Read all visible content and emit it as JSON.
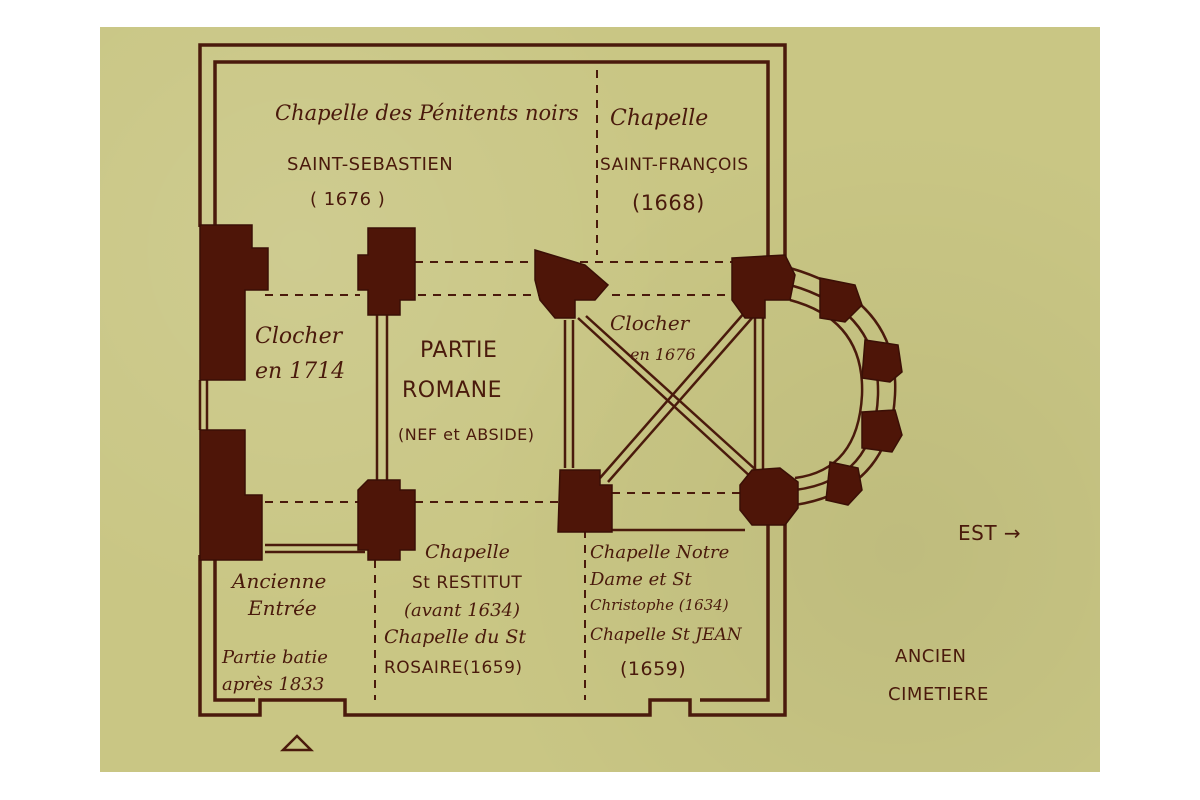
{
  "labels": {
    "penitents_line1": "Chapelle des Pénitents noirs",
    "penitents_line2": "SAINT-SEBASTIEN",
    "penitents_line3": "( 1676 )",
    "francois_line1": "Chapelle",
    "francois_line2": "SAINT-FRANÇOIS",
    "francois_line3": "(1668)",
    "clocher1714_line1": "Clocher",
    "clocher1714_line2": "en 1714",
    "romane_line1": "PARTIE",
    "romane_line2": "ROMANE",
    "romane_line3": "(NEF et ABSIDE)",
    "clocher1676_line1": "Clocher",
    "clocher1676_line2": "en 1676",
    "restitut_line1": "Chapelle",
    "restitut_line2": "St RESTITUT",
    "restitut_line3": "(avant 1634)",
    "restitut_line4": "Chapelle du St",
    "restitut_line5": "ROSAIRE(1659)",
    "notredame_line1": "Chapelle Notre",
    "notredame_line2": "Dame et St",
    "notredame_line3": "Christophe (1634)",
    "notredame_line4": "Chapelle St JEAN",
    "notredame_line5": "(1659)",
    "entree_line1": "Ancienne",
    "entree_line2": "Entrée",
    "batie_line1": "Partie batie",
    "batie_line2": "après 1833",
    "est": "EST →",
    "cimetiere_line1": "ANCIEN",
    "cimetiere_line2": "CIMETIERE"
  },
  "colors": {
    "plaque": "#c9c684",
    "ink": "#4a1a0c",
    "pier": "#4e1508"
  }
}
